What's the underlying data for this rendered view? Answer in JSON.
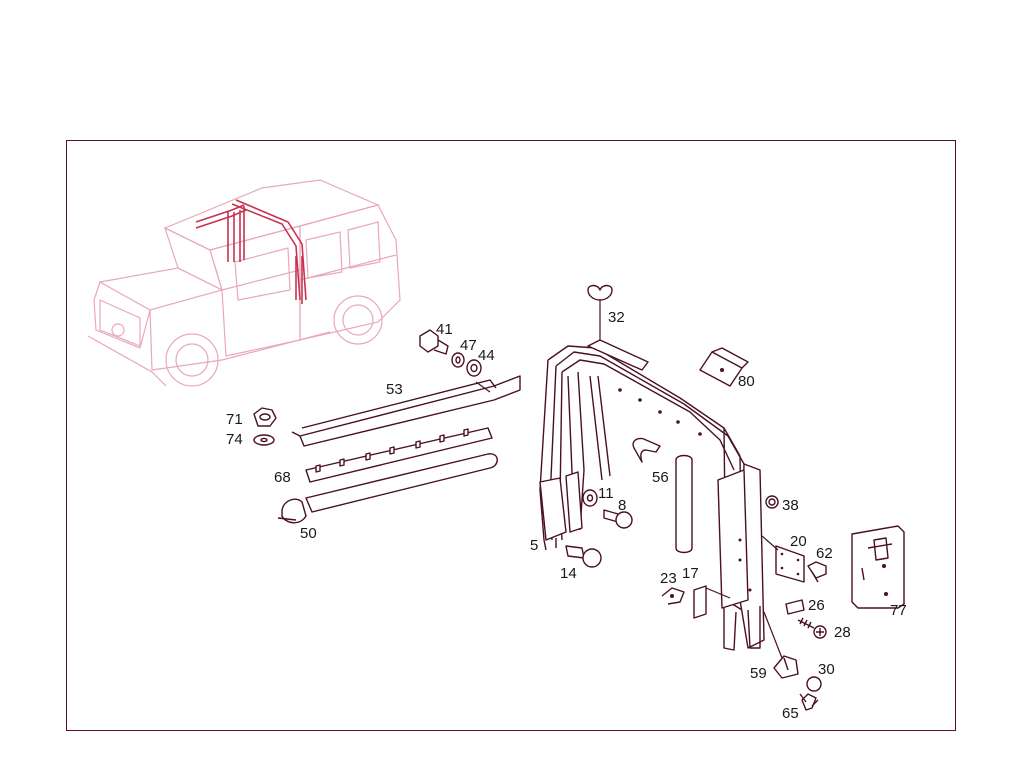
{
  "diagram": {
    "labels": {
      "p5": "5",
      "p8": "8",
      "p11": "11",
      "p14": "14",
      "p17": "17",
      "p20": "20",
      "p23": "23",
      "p26": "26",
      "p28": "28",
      "p30": "30",
      "p32": "32",
      "p38": "38",
      "p41": "41",
      "p44": "44",
      "p47": "47",
      "p50": "50",
      "p53": "53",
      "p56": "56",
      "p59": "59",
      "p62": "62",
      "p65": "65",
      "p68": "68",
      "p71": "71",
      "p74": "74",
      "p77": "77",
      "p80": "80"
    }
  },
  "colors": {
    "frame": "#5a1020",
    "parts": "#4a1020",
    "vehicle_outline": "#e8a8bc",
    "highlight": "#c8324f"
  }
}
